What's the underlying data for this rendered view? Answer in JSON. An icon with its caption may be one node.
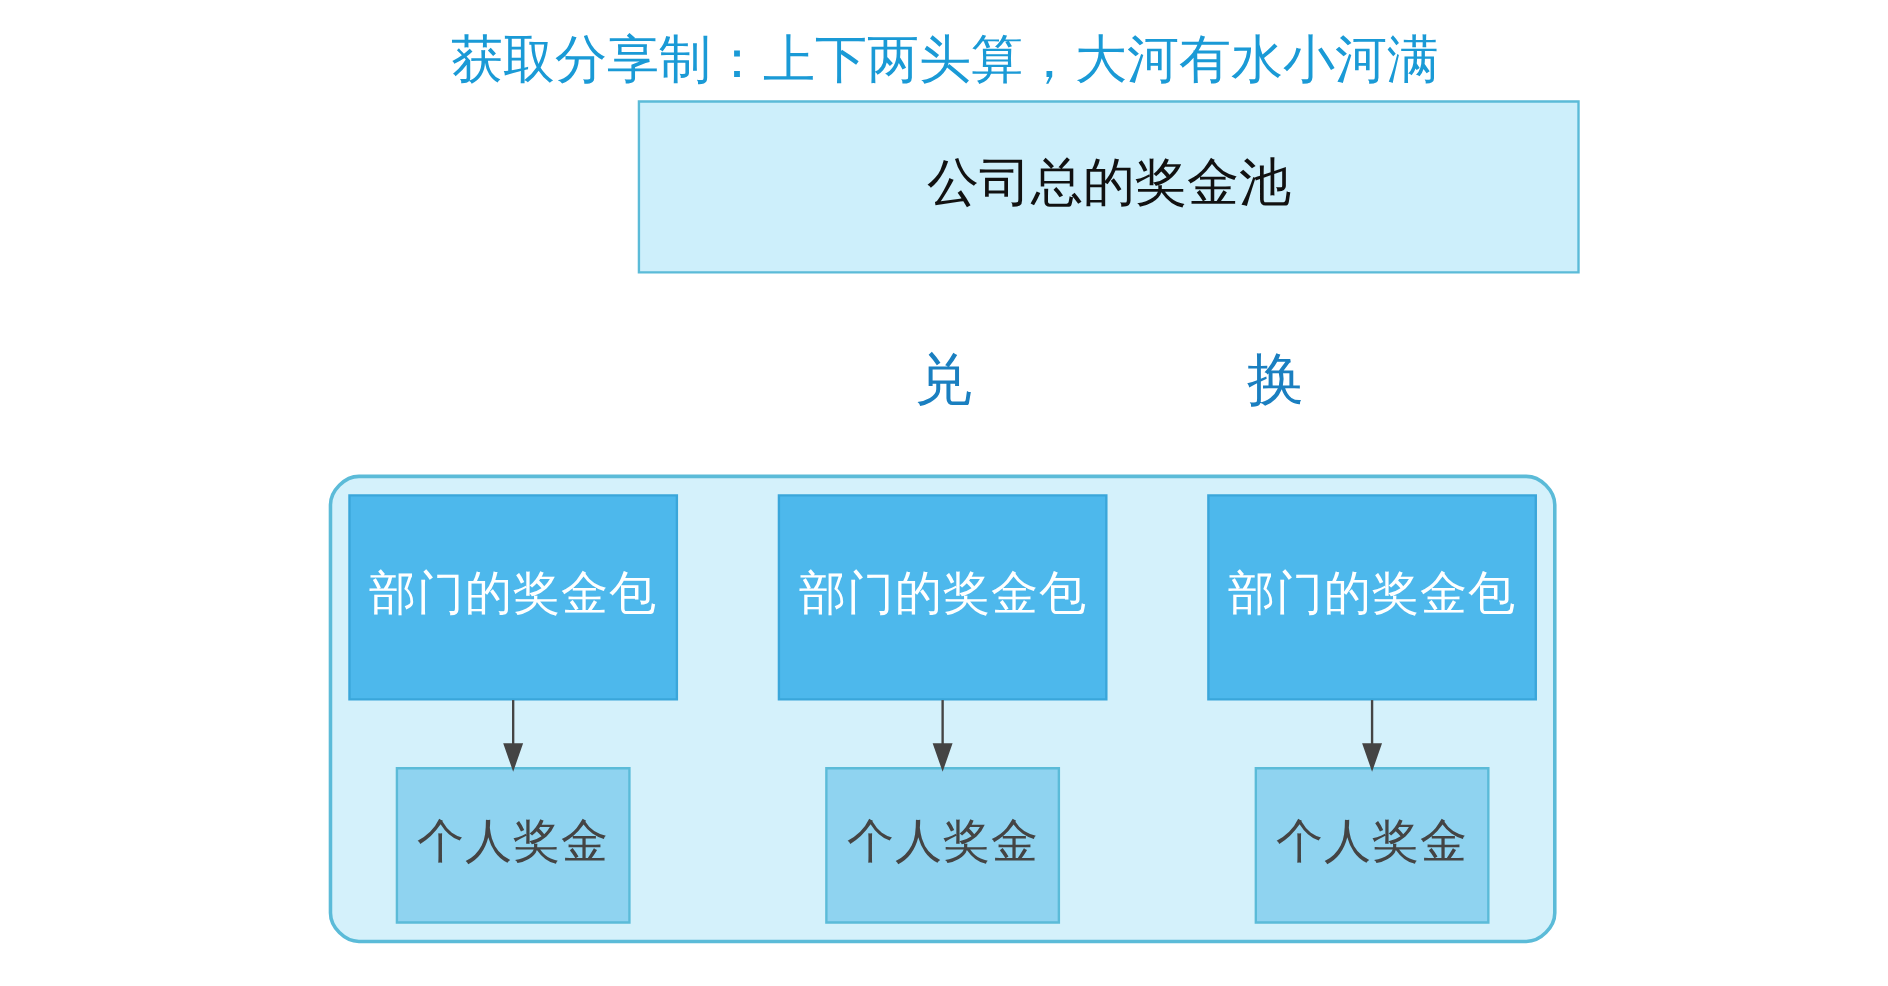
{
  "diagram": {
    "title": "获取分享制：上下两头算，大河有水小河满",
    "nodes": [
      {
        "text": [
          "公司总的奖金池"
        ]
      },
      {
        "text": [],
        "shape": "box"
      },
      {
        "text": [
          "部门的奖金包"
        ],
        "in": 1
      },
      {
        "text": [
          "部门的奖金包"
        ],
        "in": 1
      },
      {
        "text": [
          "部门的奖金包"
        ],
        "in": 1
      },
      {
        "text": [
          "个人奖金"
        ],
        "in": 1
      },
      {
        "text": [
          "个人奖金"
        ],
        "in": 1
      },
      {
        "text": [
          "个人奖金"
        ],
        "in": 1
      }
    ],
    "edges": [
      {
        "from": 2,
        "to": 5,
        "arrow": "to"
      },
      {
        "from": 3,
        "to": 6,
        "arrow": "to"
      },
      {
        "from": 4,
        "to": 7,
        "arrow": "to"
      }
    ],
    "labels": [
      "兑",
      "换"
    ]
  }
}
